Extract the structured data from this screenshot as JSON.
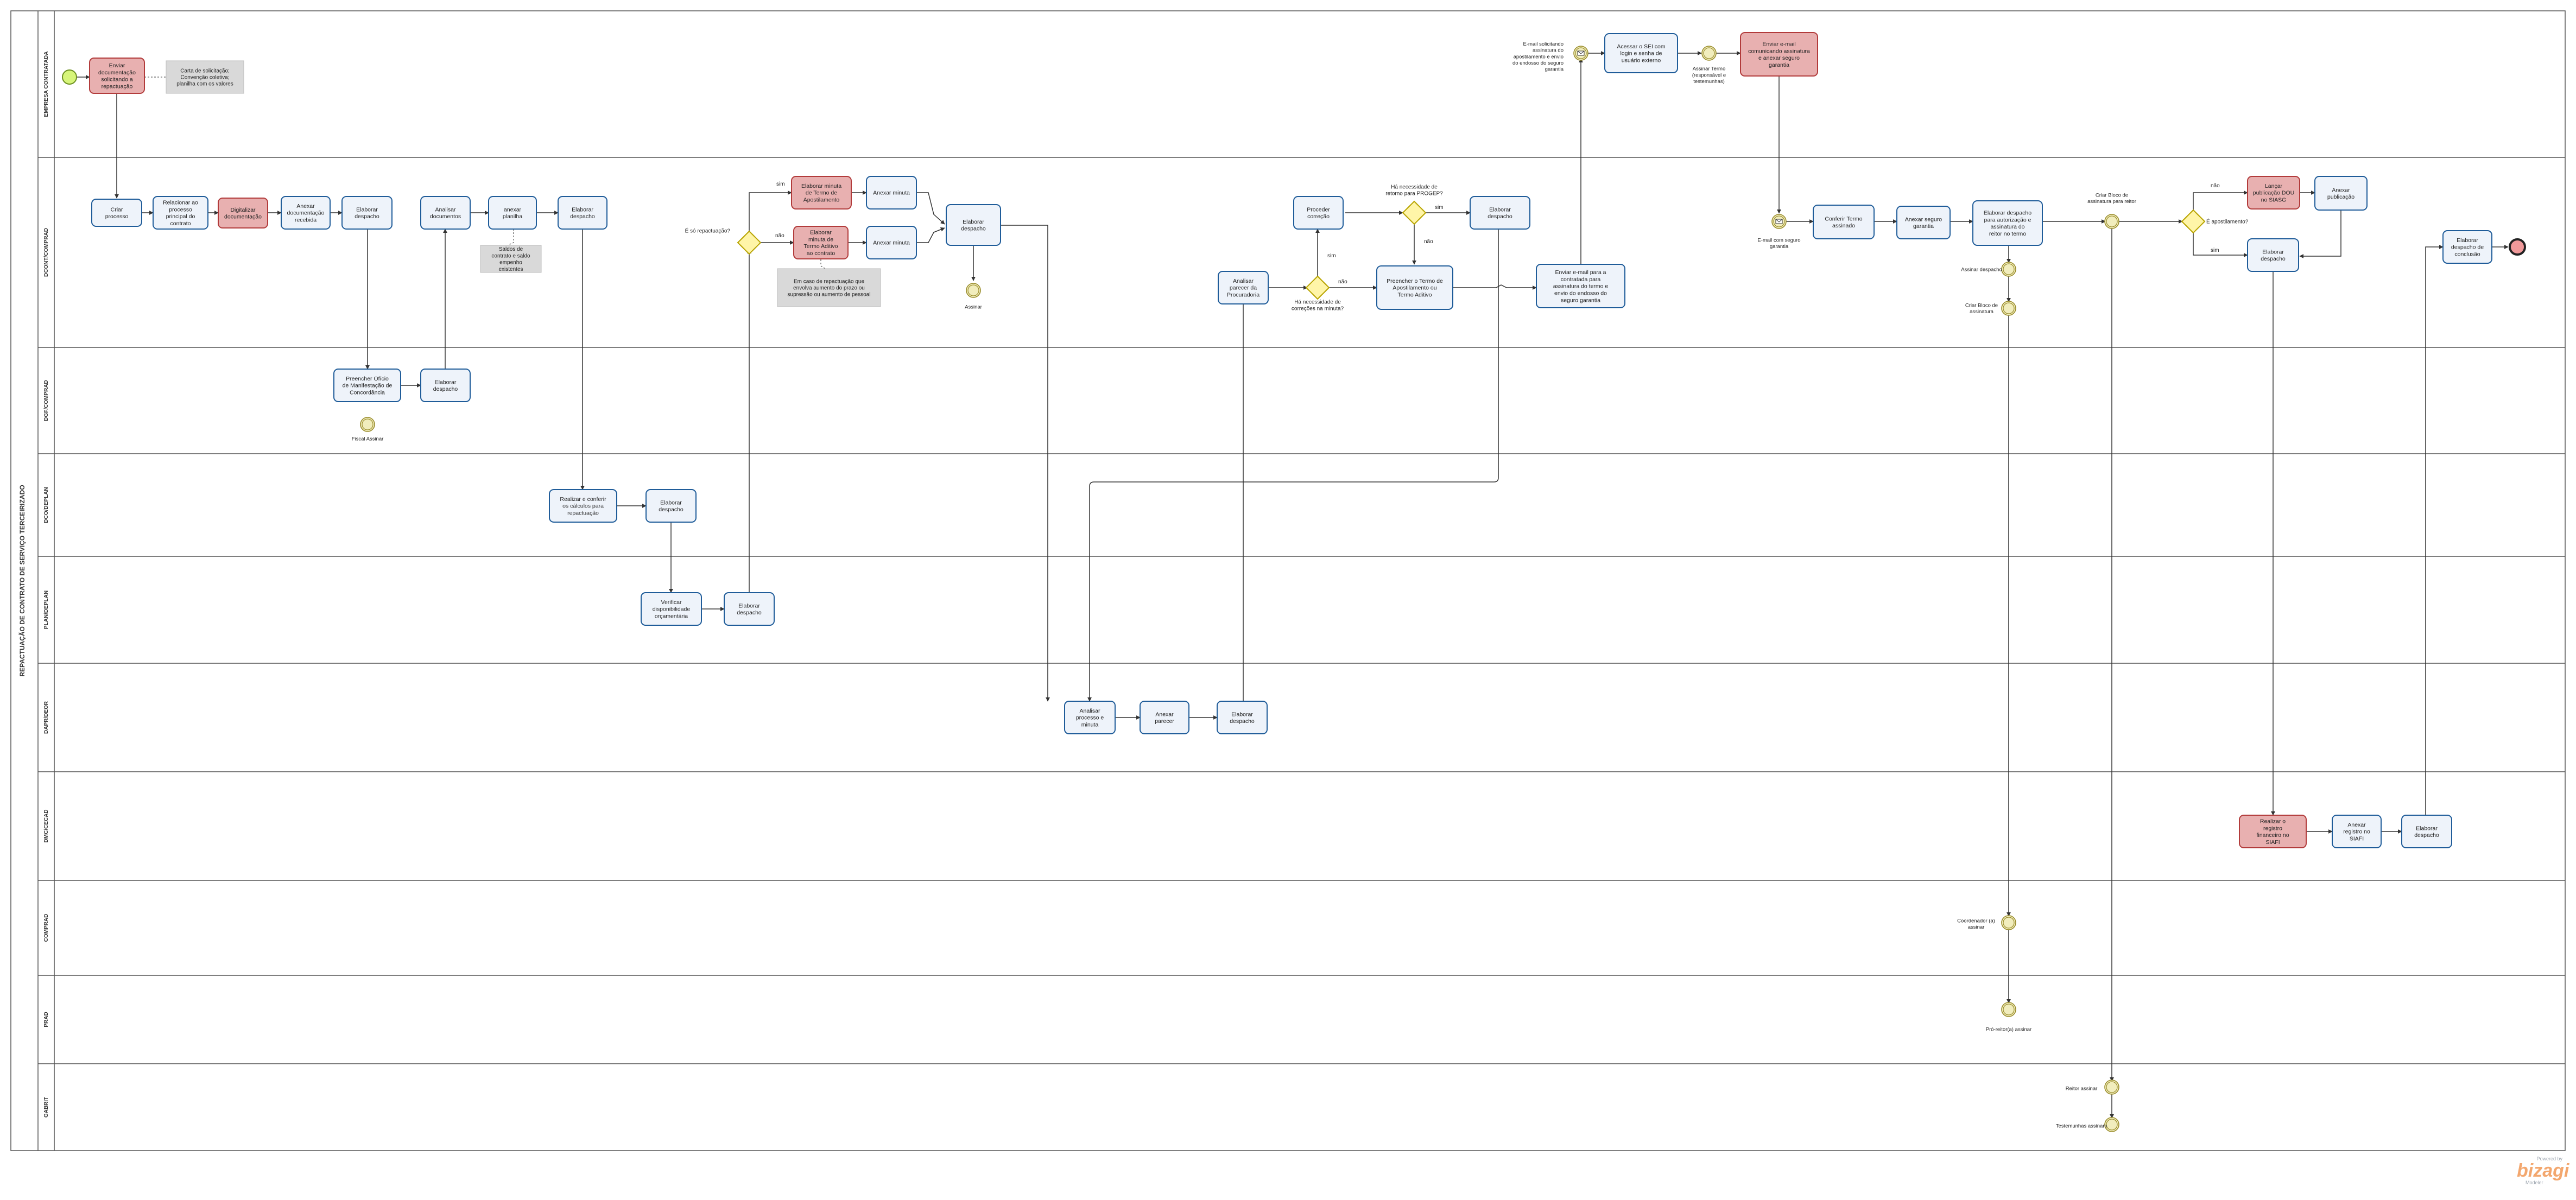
{
  "pool_title": "REPACTUAÇÃO DE CONTRATO DE SERVIÇO TERCEIRIZADO",
  "lanes": [
    "EMPRESA CONTRATADA",
    "DCONT/COMPRAD",
    "DGF/COMPRAD",
    "DCO/DEPLAN",
    "PLAN/DEPLAN",
    "DAPR/DEOR",
    "DMC/CECAD",
    "COMPRAD",
    "PRAD",
    "GABRIT"
  ],
  "tasks": {
    "enviar_doc": "Enviar documentação solicitando a repactuação",
    "criar_processo": "Criar processo",
    "relacionar": "Relacionar ao processo principal do contrato",
    "digitalizar": "Digitalizar documentação",
    "anexar_doc": "Anexar documentação recebida",
    "elaborar_despacho_1": "Elaborar despacho",
    "analisar_docs": "Analisar documentos",
    "anexar_planilha": "anexar planilha",
    "elaborar_despacho_2": "Elaborar despacho",
    "elaborar_minuta_apost": "Elaborar minuta de Termo de Apostilamento",
    "anexar_minuta_1": "Anexar minuta",
    "elaborar_minuta_aditivo": "Elaborar minuta de Termo Aditivo ao contrato",
    "anexar_minuta_2": "Anexar minuta",
    "elaborar_despacho_3": "Elaborar despacho",
    "preencher_oficio": "Preencher Ofício de Manifestação de Concordância",
    "elaborar_despacho_dgf": "Elaborar despacho",
    "realizar_conferir": "Realizar e conferir os cálculos para repactuação",
    "elaborar_despacho_dco": "Elaborar despacho",
    "verificar_disp": "Verificar disponibilidade orçamentária",
    "elaborar_despacho_plan": "Elaborar despacho",
    "analisar_processo": "Analisar processo e minuta",
    "anexar_parecer": "Anexar parecer",
    "elaborar_despacho_dapr": "Elaborar despacho",
    "analisar_parecer": "Analisar parecer da Procuradoria",
    "proceder_correcao": "Proceder correção",
    "elaborar_despacho_4": "Elaborar despacho",
    "preencher_termo": "Preencher o Termo de Apostilamento ou Termo Aditivo",
    "enviar_email_contratada": "Enviar e-mail para a contratada para assinatura do termo e envio do endosso do seguro garantia",
    "acessar_sei": "Acessar o SEI com login e senha de usuário externo",
    "enviar_email_empresa": "Enviar e-mail comunicando assinatura e anexar seguro garantia",
    "conferir_termo": "Conferir Termo assinado",
    "anexar_seguro": "Anexar seguro garantia",
    "elaborar_despacho_autorizacao": "Elaborar despacho para autorização e assinatura do reitor no termo",
    "lancar_publicacao": "Lançar publicação DOU no SIASG",
    "anexar_publicacao": "Anexar publicação",
    "elaborar_despacho_5": "Elaborar despacho",
    "elaborar_despacho_conclusao": "Elaborar despacho de conclusão",
    "realizar_registro": "Realizar o registro financeiro no SIAFI",
    "anexar_registro": "Anexar registro no SIAFI",
    "elaborar_despacho_dmc": "Elaborar despacho"
  },
  "annotations": {
    "carta": "Carta de solicitação; Convenção coletiva; planilha com os valores",
    "saldos": "Saldos de contrato e saldo empenho existentes",
    "repactuacao_note": "Em caso de repactuação que envolva aumento do prazo ou supressão ou aumento de pessoal"
  },
  "gateways": {
    "e_so_repactuacao": "É só repactuação?",
    "sim_1": "sim",
    "nao_1": "não",
    "ha_necessidade_correcao": "Há necessidade de correções na minuta?",
    "sim_2": "sim",
    "nao_2": "não",
    "ha_necessidade_retorno": "Há necessidade de retorno para PROGEP?",
    "sim_3": "sim",
    "nao_3": "não",
    "e_apostilamento": "É apostilamento?",
    "nao_4": "não",
    "sim_4": "sim"
  },
  "events": {
    "fiscal_assinar": "Fiscal Assinar",
    "assinar_1": "Assinar",
    "email_solicitando": "E-mail solicitando assinatura do apostilamento e envio do endosso do seguro garantia",
    "assinar_termo": "Assinar Termo (responsável e testemunhas)",
    "email_seguro": "E-mail com seguro garantia",
    "assinar_despacho": "Assinar despacho",
    "criar_bloco_1": "Criar Bloco de assinatura",
    "criar_bloco_reitor": "Criar Bloco de assinatura para reitor",
    "coordenador_assinar": "Coordenador (a) assinar",
    "pro_reitor_assinar": "Pró-reitor(a) assinar",
    "reitor_assinar": "Reitor assinar",
    "testemunhas_assinam": "Testemunhas assinam"
  },
  "watermark": {
    "small": "Powered by",
    "logo": "bizagi",
    "sub": "Modeler"
  },
  "colors": {
    "task_fill": "#eef3fa",
    "task_stroke": "#1f5c99",
    "task_red_fill": "#e8b0b0",
    "task_red_stroke": "#b23b3b",
    "annotation_fill": "#d9d9d9",
    "gateway_fill": "#fff5a8",
    "gateway_stroke": "#b8a400",
    "start_fill": "#d7f57a",
    "end_fill": "#f0999a",
    "intermediate_fill": "#f1edbd",
    "intermediate_stroke": "#9a8d2c"
  }
}
